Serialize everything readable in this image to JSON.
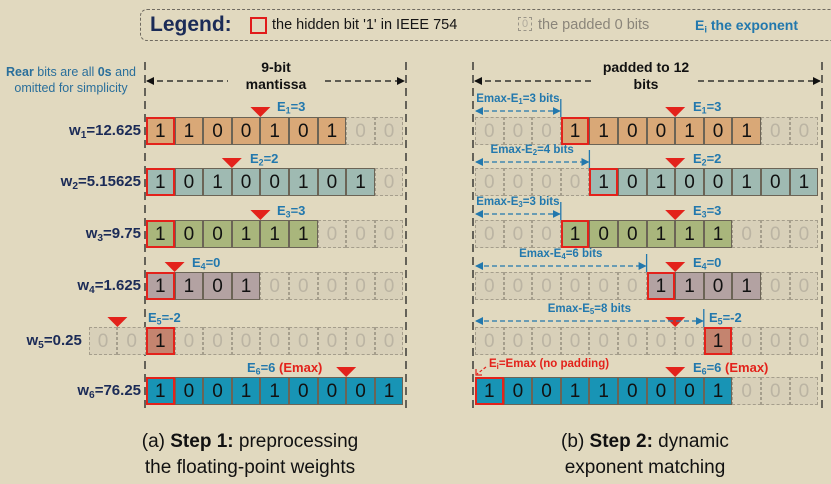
{
  "legend": {
    "title": "Legend:",
    "hidden_bit_label": "the hidden bit '1' in IEEE 754",
    "padded_zero_glyph": "0",
    "padded_label": "the padded 0 bits",
    "exponent_symbol": "E",
    "exponent_sub": "i",
    "exponent_label": " the exponent"
  },
  "pad_digit": "0",
  "emax": 6,
  "colors": {
    "hidden_bit_border": "#e3221b",
    "marker": "#e3221b",
    "exponent_text": "#2278ad",
    "weight_text": "#1b2b57",
    "background": "#E1D9BF"
  },
  "left_panel": {
    "note": {
      "bold1": "Rear",
      "text1": " bits are all ",
      "bold2": "0s",
      "text2": " and omitted for simplicity"
    },
    "header": [
      "9-bit",
      "mantissa"
    ],
    "width_bits": 9,
    "caption": {
      "prefix": "(a) ",
      "bold": "Step 1:",
      "rest": " preprocessing",
      "line2": "the floating-point weights"
    }
  },
  "right_panel": {
    "header": [
      "padded to 12",
      "bits"
    ],
    "width_bits": 12,
    "no_padding_note": {
      "pre": "E",
      "sub": "i",
      "post": "=Emax (no padding)"
    },
    "caption": {
      "prefix": "(b) ",
      "bold": "Step 2:",
      "rest": " dynamic",
      "line2": "exponent matching"
    }
  },
  "rows": [
    {
      "weight_var": "w",
      "weight_sub": "1",
      "weight_value": "=12.625",
      "exp_var": "E",
      "exp_sub": "1",
      "exp_value": "=3",
      "exp_suffix": "",
      "exponent": 3,
      "color": "#D9A877",
      "bits": [
        1,
        1,
        0,
        0,
        1,
        0,
        1
      ],
      "left": {
        "pad_before": 0,
        "pad_after": 2
      },
      "right": {
        "pad_before": 3,
        "pad_after": 2,
        "padding_label": {
          "pre": "Emax-E",
          "sub": "1",
          "post": "=3 bits"
        }
      }
    },
    {
      "weight_var": "w",
      "weight_sub": "2",
      "weight_value": "=5.15625",
      "exp_var": "E",
      "exp_sub": "2",
      "exp_value": "=2",
      "exp_suffix": "",
      "exponent": 2,
      "color": "#9FBAB2",
      "bits": [
        1,
        0,
        1,
        0,
        0,
        1,
        0,
        1
      ],
      "left": {
        "pad_before": 0,
        "pad_after": 1
      },
      "right": {
        "pad_before": 4,
        "pad_after": 0,
        "padding_label": {
          "pre": "Emax-E",
          "sub": "2",
          "post": "=4 bits"
        }
      }
    },
    {
      "weight_var": "w",
      "weight_sub": "3",
      "weight_value": "=9.75",
      "exp_var": "E",
      "exp_sub": "3",
      "exp_value": "=3",
      "exp_suffix": "",
      "exponent": 3,
      "color": "#A9B67C",
      "bits": [
        1,
        0,
        0,
        1,
        1,
        1
      ],
      "left": {
        "pad_before": 0,
        "pad_after": 3
      },
      "right": {
        "pad_before": 3,
        "pad_after": 3,
        "padding_label": {
          "pre": "Emax-E",
          "sub": "3",
          "post": "=3 bits"
        }
      }
    },
    {
      "weight_var": "w",
      "weight_sub": "4",
      "weight_value": "=1.625",
      "exp_var": "E",
      "exp_sub": "4",
      "exp_value": "=0",
      "exp_suffix": "",
      "exponent": 0,
      "color": "#B3A2A2",
      "bits": [
        1,
        1,
        0,
        1
      ],
      "left": {
        "pad_before": 0,
        "pad_after": 5
      },
      "right": {
        "pad_before": 6,
        "pad_after": 2,
        "padding_label": {
          "pre": "Emax-E",
          "sub": "4",
          "post": "=6 bits"
        }
      }
    },
    {
      "weight_var": "w",
      "weight_sub": "5",
      "weight_value": "=0.25",
      "exp_var": "E",
      "exp_sub": "5",
      "exp_value": "=-2",
      "exp_suffix": "",
      "exponent": -2,
      "color": "#C4846F",
      "bits": [
        1
      ],
      "left": {
        "pad_before": 2,
        "pad_after": 8
      },
      "right": {
        "pad_before": 8,
        "pad_after": 3,
        "padding_label": {
          "pre": "Emax-E",
          "sub": "5",
          "post": "=8 bits"
        }
      }
    },
    {
      "weight_var": "w",
      "weight_sub": "6",
      "weight_value": "=76.25",
      "exp_var": "E",
      "exp_sub": "6",
      "exp_value": "=6",
      "exp_suffix": " (Emax)",
      "exponent": 6,
      "color": "#1894B5",
      "bits": [
        1,
        0,
        0,
        1,
        1,
        0,
        0,
        0,
        1
      ],
      "left": {
        "pad_before": 0,
        "pad_after": 0
      },
      "right": {
        "pad_before": 0,
        "pad_after": 3,
        "padding_label": null
      }
    }
  ]
}
